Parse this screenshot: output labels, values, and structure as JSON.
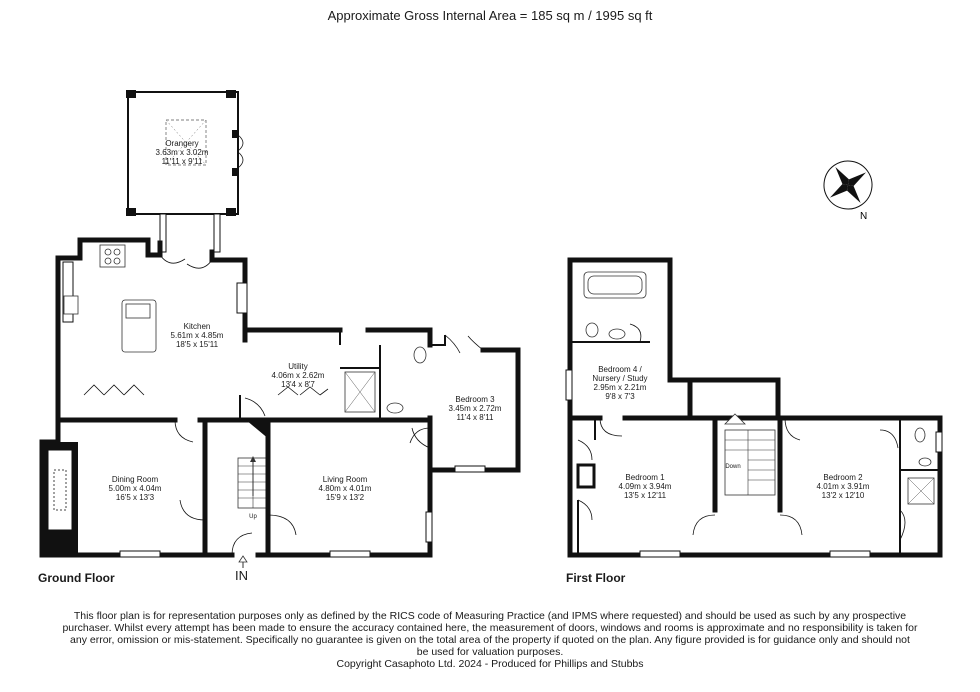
{
  "header": {
    "area_text": "Approximate Gross Internal Area = 185 sq m / 1995 sq ft"
  },
  "floors": {
    "ground": {
      "label": "Ground Floor",
      "entrance": "IN"
    },
    "first": {
      "label": "First Floor"
    }
  },
  "rooms": {
    "orangery": {
      "name": "Orangery",
      "metric": "3.63m x 3.02m",
      "imperial": "11'11 x 9'11"
    },
    "kitchen": {
      "name": "Kitchen",
      "metric": "5.61m x 4.85m",
      "imperial": "18'5 x 15'11"
    },
    "utility": {
      "name": "Utility",
      "metric": "4.06m x 2.62m",
      "imperial": "13'4 x 8'7"
    },
    "bedroom3": {
      "name": "Bedroom 3",
      "metric": "3.45m x 2.72m",
      "imperial": "11'4 x 8'11"
    },
    "dining": {
      "name": "Dining Room",
      "metric": "5.00m x 4.04m",
      "imperial": "16'5 x 13'3"
    },
    "living": {
      "name": "Living Room",
      "metric": "4.80m x 4.01m",
      "imperial": "15'9 x 13'2"
    },
    "bedroom4": {
      "name_line1": "Bedroom 4 /",
      "name_line2": "Nursery / Study",
      "metric": "2.95m x 2.21m",
      "imperial": "9'8 x 7'3"
    },
    "bedroom1": {
      "name": "Bedroom 1",
      "metric": "4.09m x 3.94m",
      "imperial": "13'5 x 12'11"
    },
    "bedroom2": {
      "name": "Bedroom 2",
      "metric": "4.01m x 3.91m",
      "imperial": "13'2 x 12'10"
    }
  },
  "stairs": {
    "ground": "Up",
    "first": "Down"
  },
  "compass": {
    "label": "N",
    "icon": "compass-rose-icon"
  },
  "disclaimer": {
    "line1": "This floor plan is for representation purposes only as defined by the RICS code of Measuring Practice (and IPMS where requested) and should be used as such by any prospective",
    "line2": "purchaser. Whilst every attempt has been made to ensure the accuracy contained here, the measurement of doors, windows and rooms is approximate and no responsibility is taken for",
    "line3": "any error, omission or mis-statement. Specifically no guarantee is given on the total area of the property if quoted on the plan. Any figure provided is for guidance only and should not",
    "line4": "be used for valuation purposes.",
    "line5": "Copyright Casaphoto Ltd. 2024 - Produced for Phillips and Stubbs"
  }
}
